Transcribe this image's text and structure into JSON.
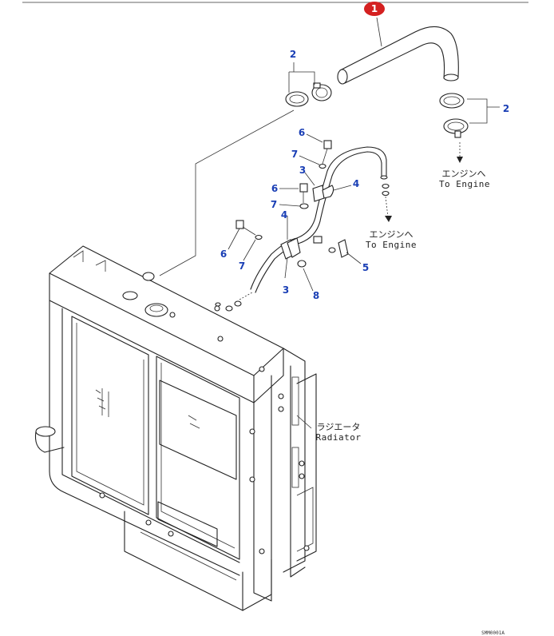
{
  "callouts": {
    "c1": "1",
    "c2a": "2",
    "c2b": "2",
    "c3a": "3",
    "c3b": "3",
    "c4a": "4",
    "c4b": "4",
    "c5": "5",
    "c6a": "6",
    "c6b": "6",
    "c6c": "6",
    "c7a": "7",
    "c7b": "7",
    "c7c": "7",
    "c8": "8"
  },
  "notes": {
    "engine1_jp": "エンジンへ",
    "engine1_en": "To Engine",
    "engine2_jp": "エンジンへ",
    "engine2_en": "To Engine",
    "radiator_jp": "ラジエータ",
    "radiator_en": "Radiator"
  },
  "reference": "SMM0001A",
  "colors": {
    "callout_blue": "#1a3fb5",
    "highlight_red": "#d42020"
  }
}
